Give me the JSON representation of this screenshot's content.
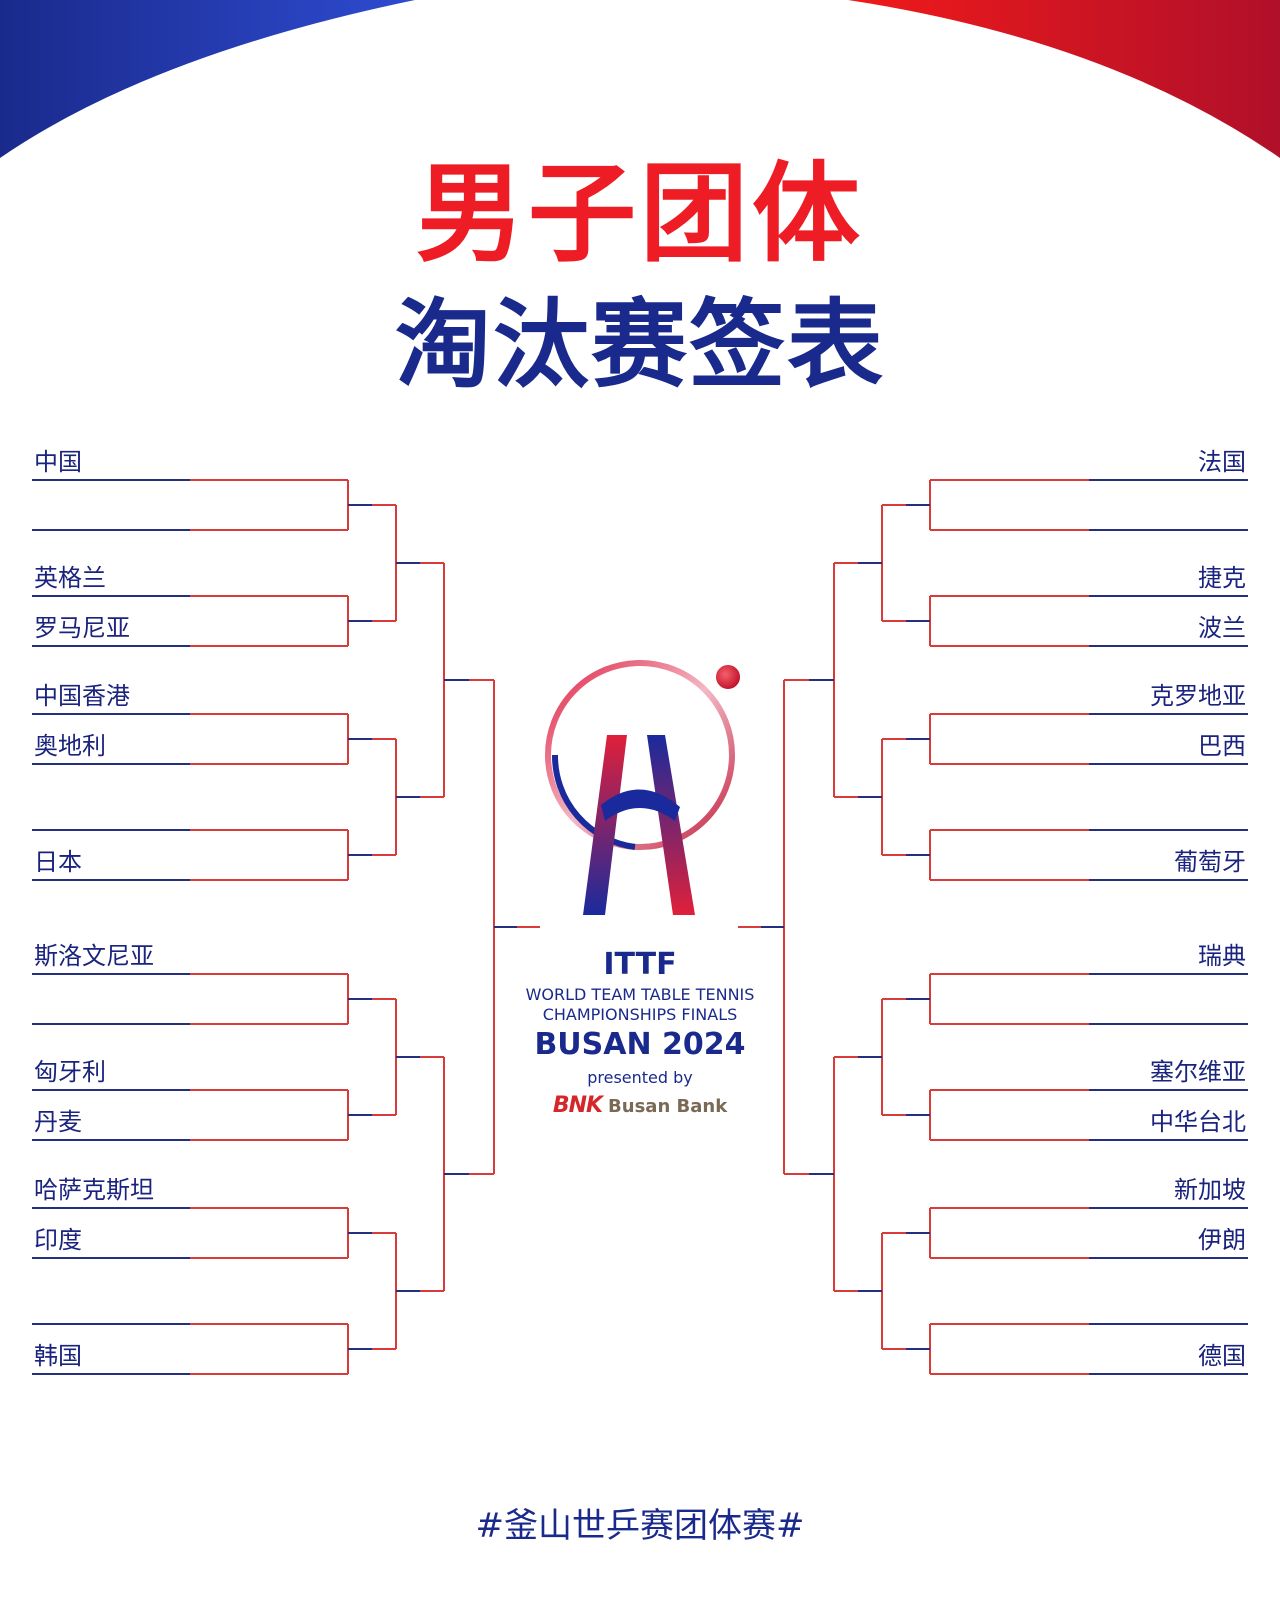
{
  "header": {
    "title": "男子团体",
    "subtitle": "淘汰赛签表"
  },
  "bracket": {
    "left": [
      "中国",
      "",
      "英格兰",
      "罗马尼亚",
      "中国香港",
      "奥地利",
      "",
      "日本",
      "斯洛文尼亚",
      "",
      "匈牙利",
      "丹麦",
      "哈萨克斯坦",
      "印度",
      "",
      "韩国"
    ],
    "right": [
      "法国",
      "",
      "捷克",
      "波兰",
      "克罗地亚",
      "巴西",
      "",
      "葡萄牙",
      "瑞典",
      "",
      "塞尔维亚",
      "中华台北",
      "新加坡",
      "伊朗",
      "",
      "德国"
    ]
  },
  "logo": {
    "org": "ITTF",
    "line1": "WORLD TEAM TABLE TENNIS",
    "line2": "CHAMPIONSHIPS FINALS",
    "city_year": "BUSAN 2024",
    "presented": "presented by",
    "sponsor_mark": "BNK",
    "sponsor_name": "Busan Bank"
  },
  "footer": {
    "hashtag": "#釜山世乒赛团体赛#"
  },
  "colors": {
    "red": "#ee1c25",
    "blue": "#1a2a8c",
    "line_red": "#d93a3a",
    "line_blue": "#24307e"
  }
}
